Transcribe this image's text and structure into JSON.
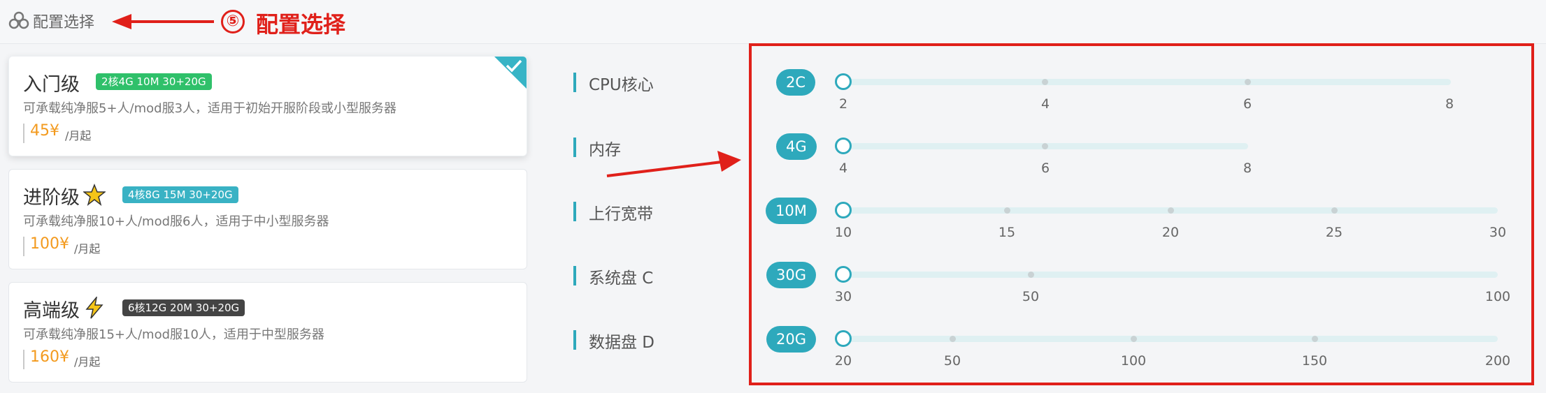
{
  "header": {
    "title": "配置选择"
  },
  "annotation": {
    "number": "⑤",
    "text": "配置选择"
  },
  "plans": [
    {
      "name": "入门级",
      "badge": "2核4G 10M 30+20G",
      "desc": "可承载纯净服5+人/mod服3人，适用于初始开服阶段或小型服务器",
      "price": "45¥",
      "price_unit": "/月起",
      "selected": true
    },
    {
      "name": "进阶级",
      "badge": "4核8G 15M 30+20G",
      "desc": "可承载纯净服10+人/mod服6人，适用于中小型服务器",
      "price": "100¥",
      "price_unit": "/月起",
      "icon": "star-icon"
    },
    {
      "name": "高端级",
      "badge": "6核12G 20M 30+20G",
      "desc": "可承载纯净服15+人/mod服10人，适用于中型服务器",
      "price": "160¥",
      "price_unit": "/月起",
      "icon": "lightning-icon"
    }
  ],
  "specs": [
    {
      "label": "CPU核心",
      "value": "2C",
      "ticks": [
        "2",
        "4",
        "6",
        "8"
      ]
    },
    {
      "label": "内存",
      "value": "4G",
      "ticks": [
        "4",
        "6",
        "8"
      ]
    },
    {
      "label": "上行宽带",
      "value": "10M",
      "ticks": [
        "10",
        "15",
        "20",
        "25",
        "30"
      ]
    },
    {
      "label": "系统盘 C",
      "value": "30G",
      "ticks": [
        "30",
        "50",
        "100"
      ]
    },
    {
      "label": "数据盘 D",
      "value": "20G",
      "ticks": [
        "20",
        "50",
        "100",
        "150",
        "200"
      ]
    }
  ],
  "colors": {
    "accent": "#2ea9bc",
    "price": "#f39a1e",
    "annotation": "#e0201a"
  }
}
